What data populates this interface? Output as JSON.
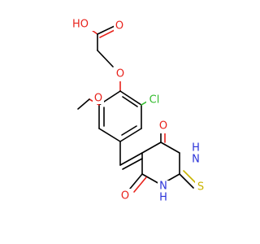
{
  "molecule": {
    "atoms": {
      "hydroxyl_oxygen": {
        "text": "HO",
        "color": "#e8221b"
      },
      "carbonyl_oxygen_acid": {
        "text": "O",
        "color": "#e8221b"
      },
      "ether_oxygen": {
        "text": "O",
        "color": "#e8221b"
      },
      "methoxy_oxygen": {
        "text": "O",
        "color": "#e8221b"
      },
      "chlorine": {
        "text": "Cl",
        "color": "#33bb2e"
      },
      "carbonyl_oxygen_top": {
        "text": "O",
        "color": "#e8221b"
      },
      "carbonyl_oxygen_bottom": {
        "text": "O",
        "color": "#e8221b"
      },
      "nitrogen_upper": {
        "text": "H\nN",
        "line1": "H",
        "line2": "N",
        "color": "#2b33d9"
      },
      "nitrogen_lower": {
        "text": "HN",
        "line1": "H",
        "line2": "N",
        "color": "#2b33d9"
      },
      "sulfur": {
        "text": "S",
        "color": "#c9b300"
      }
    }
  }
}
